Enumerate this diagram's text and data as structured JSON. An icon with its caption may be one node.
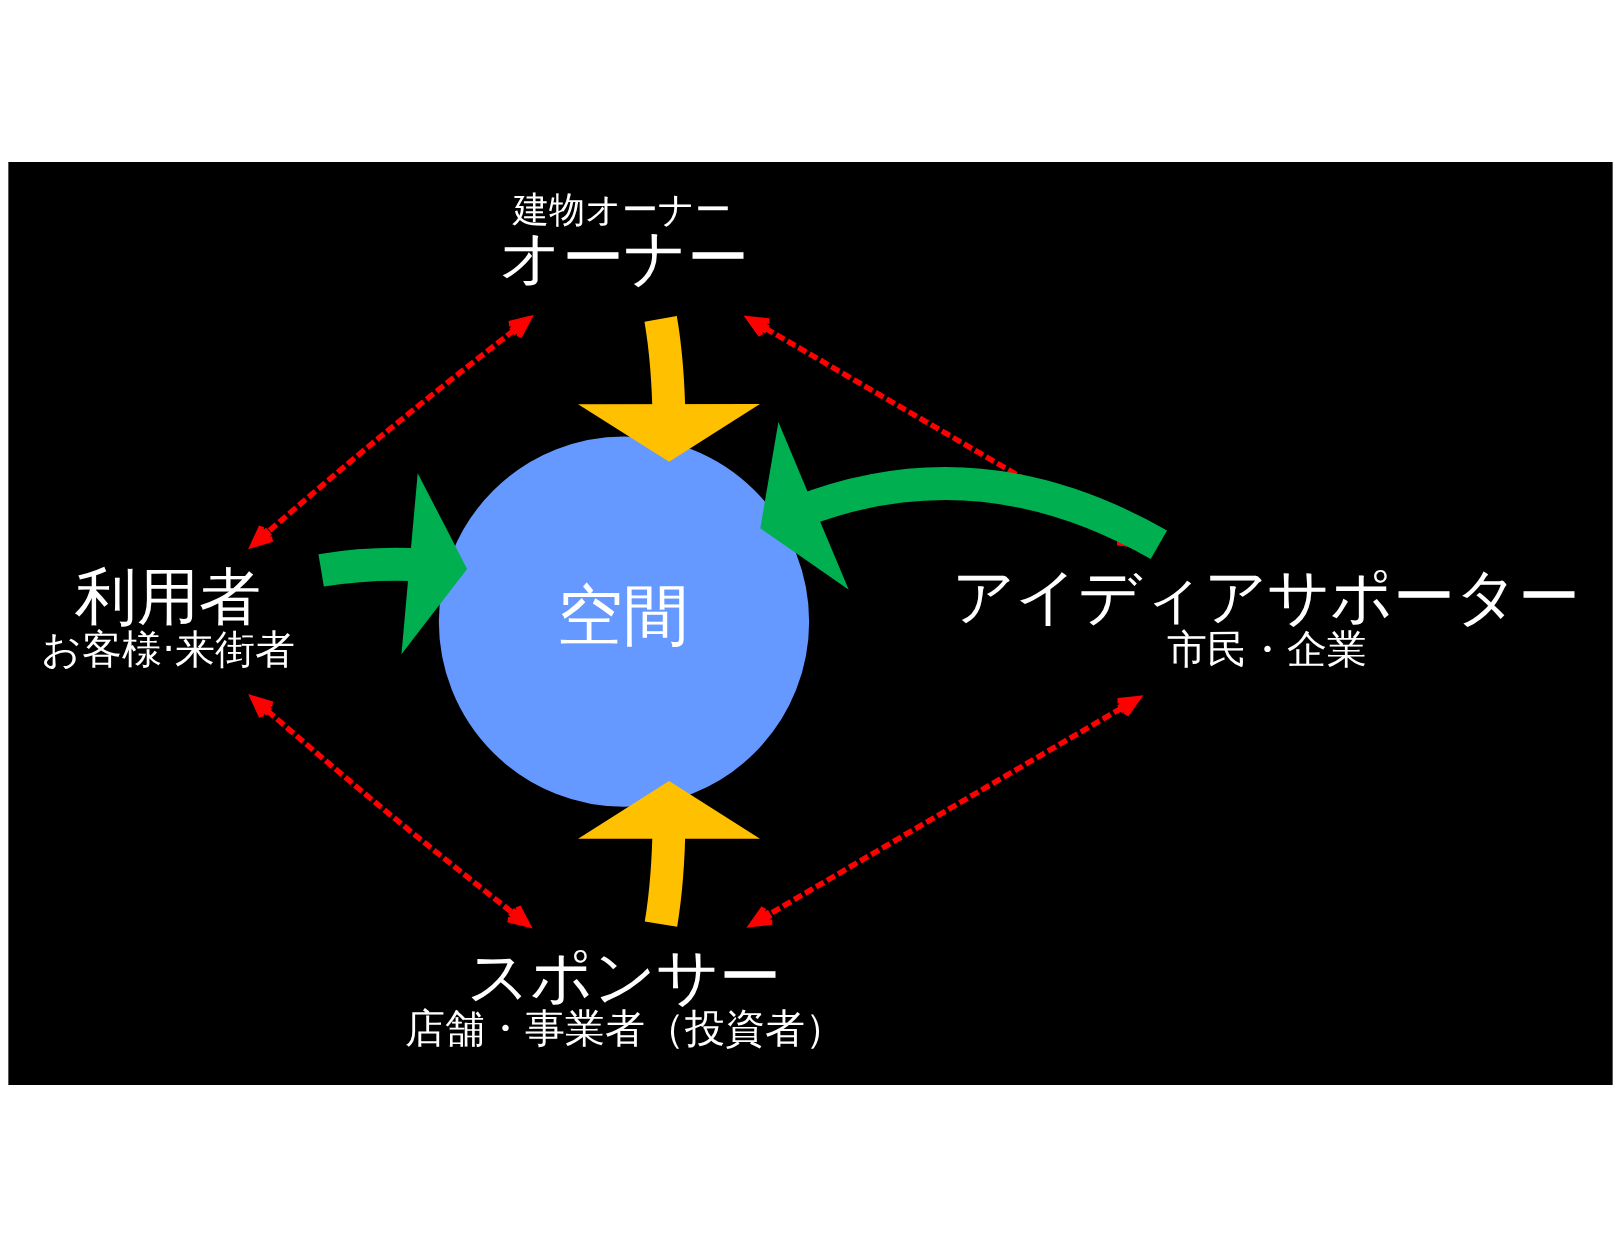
{
  "diagram": {
    "nodes": [
      {
        "text": [
          "建物オーナー",
          "オーナー"
        ]
      },
      {
        "text": [
          "利用者",
          "お客様·来街者"
        ]
      },
      {
        "text": [
          "空間"
        ]
      },
      {
        "text": [
          "アイディアサポーター",
          "市民・企業"
        ]
      },
      {
        "text": [
          "スポンサー",
          "店舗・事業者（投資者）"
        ]
      }
    ],
    "edges": [
      {
        "from": 0,
        "to": 1,
        "arrow": "both",
        "style": "dashed"
      },
      {
        "from": 0,
        "to": 3,
        "arrow": "both",
        "style": "dashed"
      },
      {
        "from": 0,
        "to": 2,
        "arrow": "to",
        "style": "thick",
        "color": "#ffc000"
      },
      {
        "from": 1,
        "to": 2,
        "arrow": "to",
        "style": "thick",
        "color": "#00b050"
      },
      {
        "from": 3,
        "to": 2,
        "arrow": "to",
        "style": "thick",
        "color": "#00b050"
      },
      {
        "from": 4,
        "to": 2,
        "arrow": "to",
        "style": "thick",
        "color": "#ffc000"
      },
      {
        "from": 1,
        "to": 4,
        "arrow": "both",
        "style": "dashed"
      },
      {
        "from": 3,
        "to": 4,
        "arrow": "both",
        "style": "dashed"
      }
    ]
  }
}
